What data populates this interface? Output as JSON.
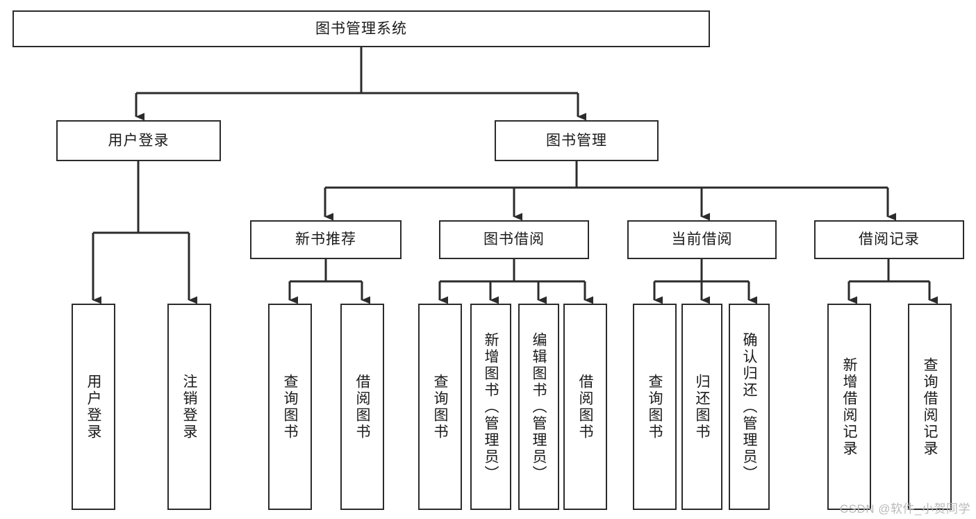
{
  "diagram": {
    "title": "图书管理系统",
    "type": "tree-hierarchy-chart",
    "watermark": "CSDN @软件_小贺同学",
    "colors": {
      "box_border": "#2b2b2b",
      "box_fill": "#ffffff",
      "connector": "#2b2b2b",
      "text": "#1a1a1a",
      "watermark": "#b9b9b9",
      "page_background": "#ffffff"
    },
    "levels": {
      "root": {
        "label": "图书管理系统",
        "orientation": "horizontal"
      },
      "level2": [
        {
          "id": "user-login",
          "label": "用户登录",
          "orientation": "horizontal"
        },
        {
          "id": "book-management",
          "label": "图书管理",
          "orientation": "horizontal"
        }
      ],
      "level3": [
        {
          "id": "new-book-recommend",
          "label": "新书推荐",
          "orientation": "horizontal",
          "parent": "book-management"
        },
        {
          "id": "book-borrow",
          "label": "图书借阅",
          "orientation": "horizontal",
          "parent": "book-management"
        },
        {
          "id": "current-borrow",
          "label": "当前借阅",
          "orientation": "horizontal",
          "parent": "book-management"
        },
        {
          "id": "borrow-record",
          "label": "借阅记录",
          "orientation": "horizontal",
          "parent": "book-management"
        }
      ],
      "leaves": [
        {
          "id": "leaf-user-login",
          "label": "用户登录",
          "orientation": "vertical",
          "parent": "user-login"
        },
        {
          "id": "leaf-logout-login",
          "label": "注销登录",
          "orientation": "vertical",
          "parent": "user-login"
        },
        {
          "id": "leaf-query-book-1",
          "label": "查询图书",
          "orientation": "vertical",
          "parent": "new-book-recommend"
        },
        {
          "id": "leaf-borrow-book-1",
          "label": "借阅图书",
          "orientation": "vertical",
          "parent": "new-book-recommend"
        },
        {
          "id": "leaf-query-book-2",
          "label": "查询图书",
          "orientation": "vertical",
          "parent": "book-borrow"
        },
        {
          "id": "leaf-add-book",
          "label": "新增图书（管理员）",
          "orientation": "vertical",
          "parent": "book-borrow"
        },
        {
          "id": "leaf-edit-book",
          "label": "编辑图书（管理员）",
          "orientation": "vertical",
          "parent": "book-borrow"
        },
        {
          "id": "leaf-borrow-book-2",
          "label": "借阅图书",
          "orientation": "vertical",
          "parent": "book-borrow"
        },
        {
          "id": "leaf-query-book-3",
          "label": "查询图书",
          "orientation": "vertical",
          "parent": "current-borrow"
        },
        {
          "id": "leaf-return-book",
          "label": "归还图书",
          "orientation": "vertical",
          "parent": "current-borrow"
        },
        {
          "id": "leaf-confirm-return",
          "label": "确认归还（管理员）",
          "orientation": "vertical",
          "parent": "current-borrow"
        },
        {
          "id": "leaf-add-borrow-record",
          "label": "新增借阅记录",
          "orientation": "vertical",
          "parent": "borrow-record"
        },
        {
          "id": "leaf-query-borrow-record",
          "label": "查询借阅记录",
          "orientation": "vertical",
          "parent": "borrow-record"
        }
      ]
    }
  }
}
